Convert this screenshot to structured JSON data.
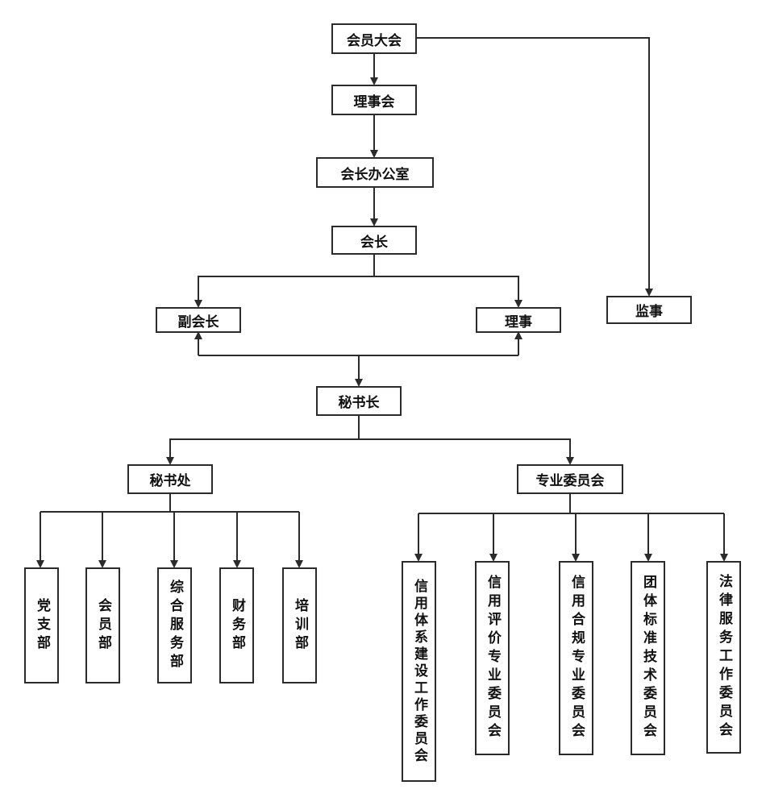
{
  "nodes": {
    "assembly": "会员大会",
    "council": "理事会",
    "president_office": "会长办公室",
    "president": "会长",
    "vice_president": "副会长",
    "director": "理事",
    "supervisor": "监事",
    "secretary_general": "秘书长",
    "secretariat": "秘书处",
    "committees": "专业委员会"
  },
  "departments": [
    "党支部",
    "会员部",
    "综合服务部",
    "财务部",
    "培训部"
  ],
  "committee_list": [
    "信用体系建设工作委员会",
    "信用评价专业委员会",
    "信用合规专业委员会",
    "团体标准技术委员会",
    "法律服务工作委员会"
  ],
  "colors": {
    "line": "#2b2b2b",
    "box_border": "#2b2b2b",
    "background": "#ffffff"
  }
}
